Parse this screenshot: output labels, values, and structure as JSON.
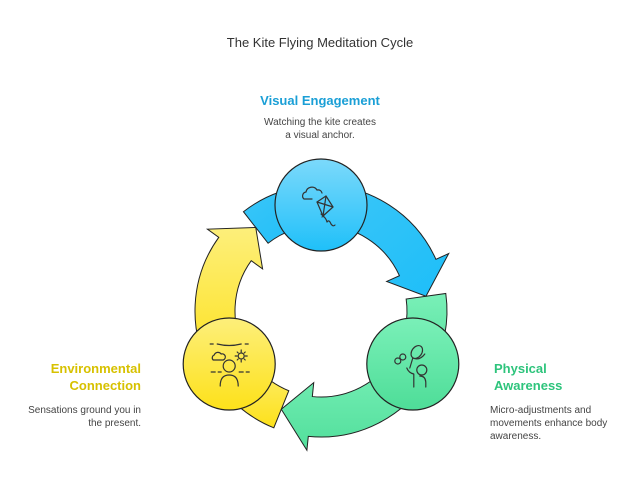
{
  "title": "The Kite Flying Meditation Cycle",
  "colors": {
    "blue": "#29BEF5",
    "blue_light": "#7CD9FB",
    "green": "#54E09E",
    "green_light": "#7AF0B8",
    "yellow": "#FDE11F",
    "yellow_light": "#FDEF7B",
    "blue_text": "#1A9FD6",
    "green_text": "#2EC47C",
    "yellow_text": "#D7C100"
  },
  "stages": [
    {
      "id": "visual",
      "title": "Visual Engagement",
      "description_lines": [
        "Watching the kite creates",
        "a visual anchor."
      ],
      "icon": "kite-cloud-icon"
    },
    {
      "id": "physical",
      "title_lines": [
        "Physical",
        "Awareness"
      ],
      "description_lines": [
        "Micro-adjustments and",
        "movements enhance body",
        "awareness."
      ],
      "icon": "person-kite-icon"
    },
    {
      "id": "environmental",
      "title_lines": [
        "Environmental",
        "Connection"
      ],
      "description_lines": [
        "Sensations ground you in",
        "the present."
      ],
      "icon": "person-weather-icon"
    }
  ]
}
